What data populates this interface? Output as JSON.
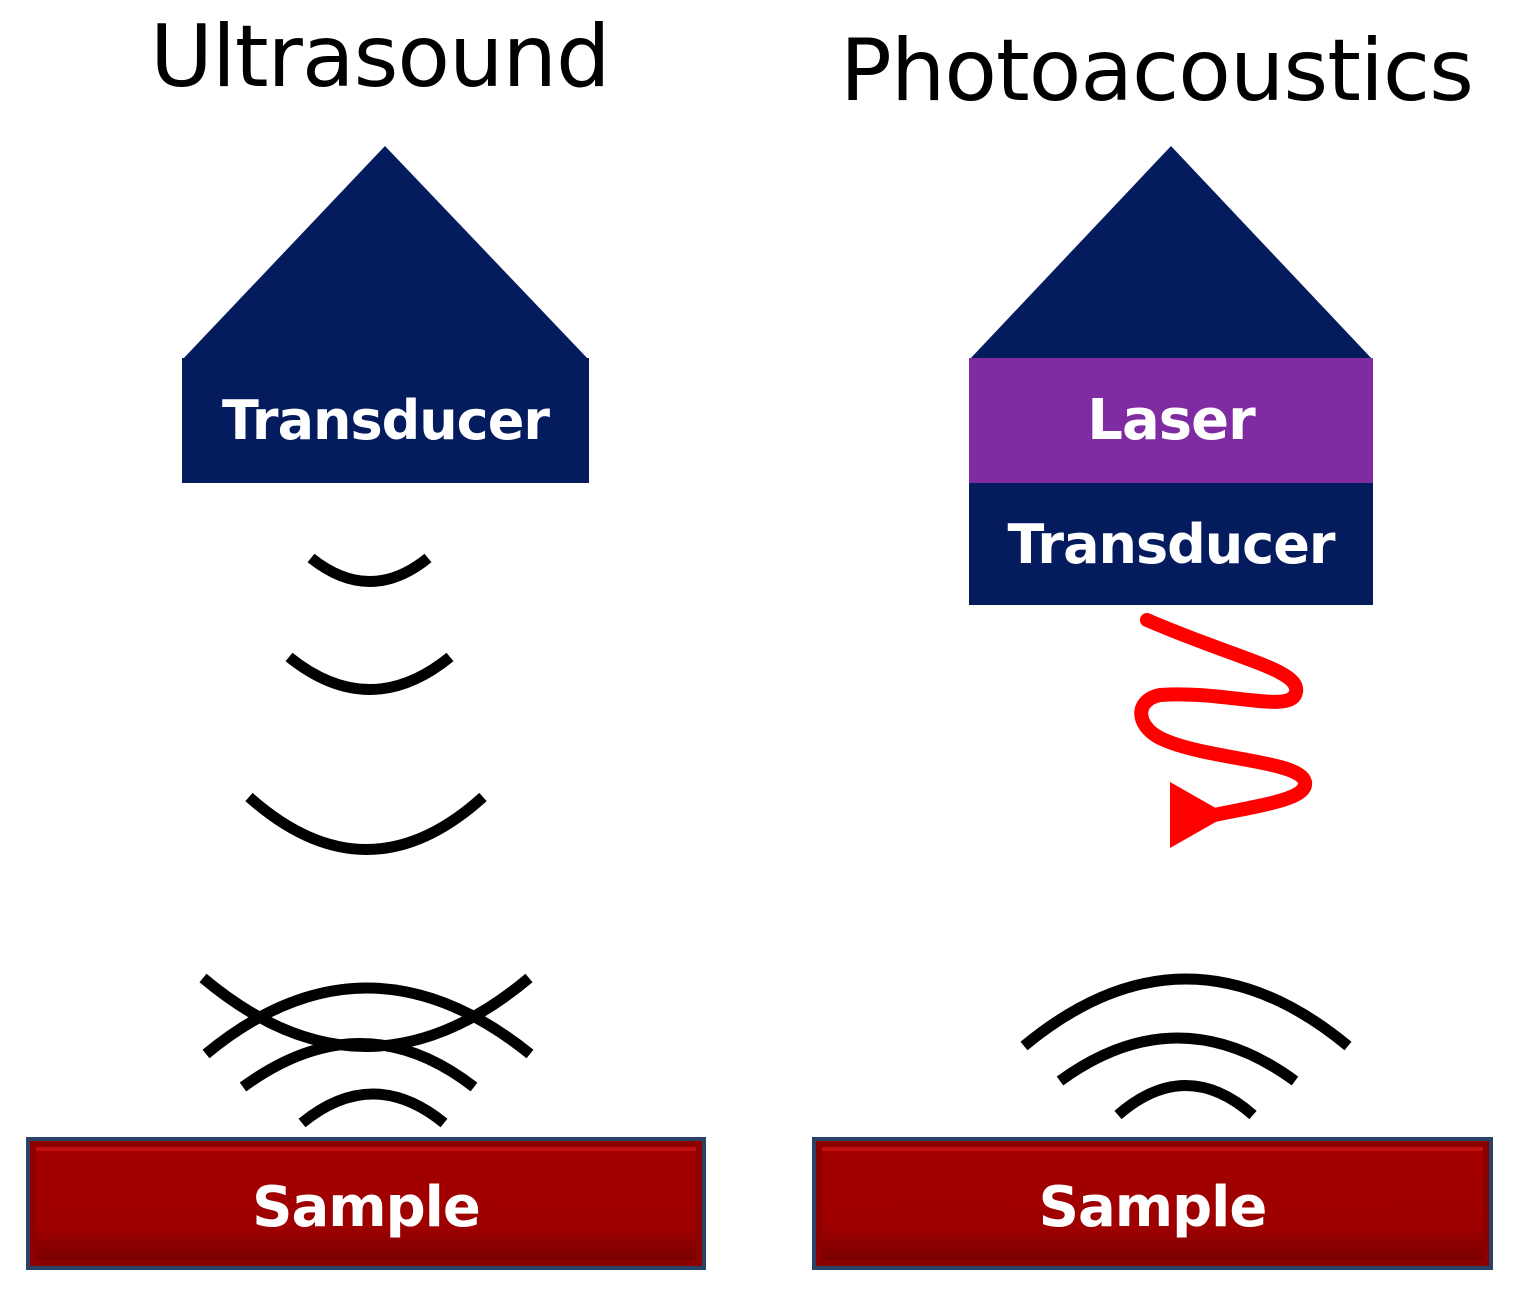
{
  "left_panel": {
    "title": "Ultrasound",
    "transducer_label": "Transducer",
    "sample_label": "Sample"
  },
  "right_panel": {
    "title": "Photoacoustics",
    "laser_label": "Laser",
    "transducer_label": "Transducer",
    "sample_label": "Sample"
  },
  "colors": {
    "probe_navy": "#041b5e",
    "laser_purple": "#7f2ca3",
    "sample_red": "#9e0000",
    "laser_beam_red": "#ff0000",
    "wave_black": "#000000"
  },
  "icons": {
    "emitted_waves": "ultrasound-wave-arcs-icon",
    "reflected_waves": "reflected-wave-arcs-icon",
    "laser_beam": "laser-zigzag-arrow-icon",
    "generated_waves": "photoacoustic-wave-arcs-icon"
  }
}
